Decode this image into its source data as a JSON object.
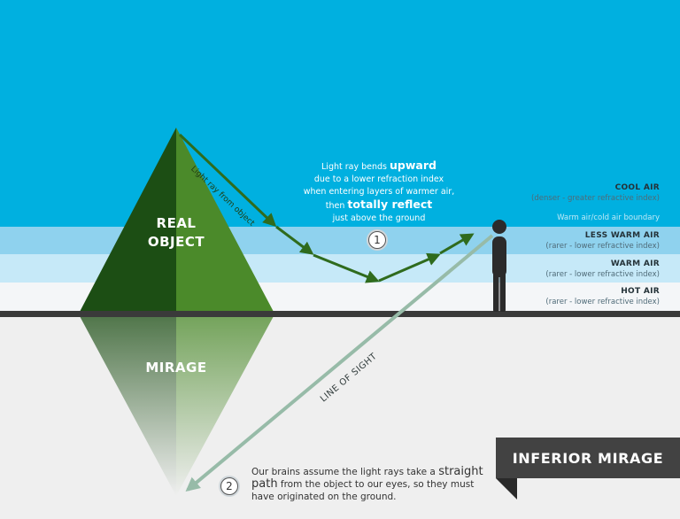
{
  "colors": {
    "sky": "#00b0e0",
    "less_warm_band": "#8fd2ee",
    "warm_band": "#c6e9f8",
    "hot_band": "#f4f6f8",
    "ground_bar": "#3a3a3a",
    "lower_bg": "#efefef",
    "pyramid_dark": "#1c4e14",
    "pyramid_light": "#4b8a2a",
    "light_ray": "#2f6b1d",
    "line_of_sight": "#97bba8",
    "banner": "#424242"
  },
  "labels": {
    "real_object_line1": "REAL",
    "real_object_line2": "OBJECT",
    "mirage": "MIRAGE",
    "light_ray_from_object": "Light ray from object",
    "line_of_sight": "LINE OF SIGHT",
    "warm_cold_boundary": "Warm air/cold air boundary",
    "banner": "INFERIOR MIRAGE",
    "step1_badge": "1",
    "step2_badge": "2"
  },
  "bends_note": {
    "line1_prefix": "Light ray bends ",
    "line1_emph": "upward",
    "line2": "due to a lower refraction index",
    "line3": "when entering layers of warmer air,",
    "line4_prefix": "then ",
    "line4_emph": "totally reflect",
    "line5": "just above the ground"
  },
  "layers": [
    {
      "title": "COOL AIR",
      "desc": "(denser - greater refractive index)"
    },
    {
      "title": "LESS WARM AIR",
      "desc": "(rarer - lower refractive index)"
    },
    {
      "title": "WARM AIR",
      "desc": "(rarer - lower refractive index)"
    },
    {
      "title": "HOT AIR",
      "desc": "(rarer - lower refractive index)"
    }
  ],
  "caption": {
    "part1": "Our brains assume the light rays take a ",
    "emph": "straight path",
    "part2": " from the object to our eyes, so they must have originated on the ground."
  }
}
